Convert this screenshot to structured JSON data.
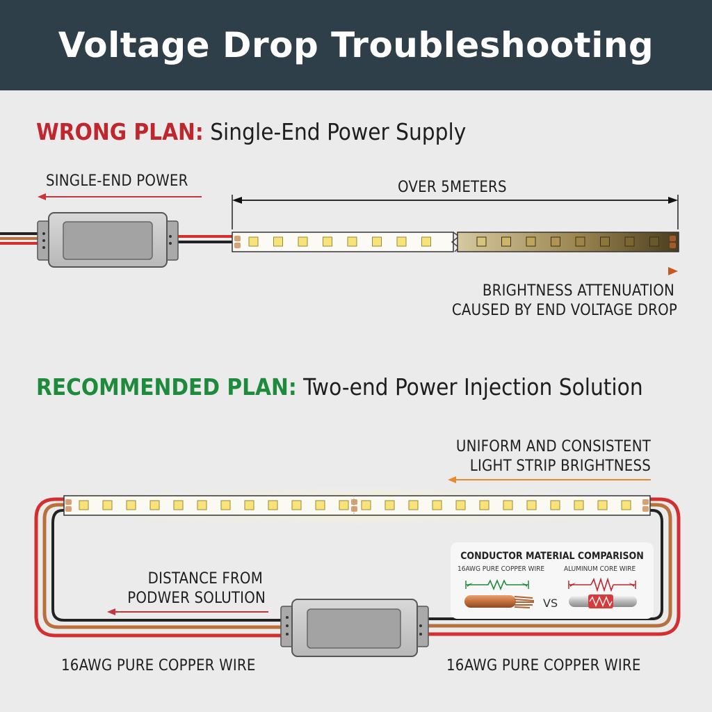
{
  "header": {
    "title": "Voltage Drop Troubleshooting"
  },
  "wrong_plan": {
    "lead": "WRONG PLAN:",
    "title": "Single-End Power Supply",
    "power_label": "SINGLE-END POWER",
    "length_label": "OVER 5METERS",
    "attenuation_line1": "BRIGHTNESS ATTENUATION",
    "attenuation_line2": "CAUSED BY END VOLTAGE DROP"
  },
  "recommended_plan": {
    "lead": "RECOMMENDED PLAN:",
    "title": "Two-end Power Injection Solution",
    "uniform_line1": "UNIFORM AND CONSISTENT",
    "uniform_line2": "LIGHT STRIP BRIGHTNESS",
    "distance_line1": "DISTANCE FROM",
    "distance_line2": "PODWER SOLUTION",
    "wire_left": "16AWG PURE COPPER WIRE",
    "wire_right": "16AWG PURE COPPER WIRE"
  },
  "comparison": {
    "title": "CONDUCTOR MATERIAL COMPARISON",
    "copper_label": "16AWG PURE COPPER WIRE",
    "aluminum_label": "ALUMINUM CORE WIRE",
    "vs": "VS"
  },
  "colors": {
    "header_bg": "#2f3f4a",
    "wrong": "#c0262d",
    "recommended": "#1e8a3c",
    "arrow_red": "#c8343a",
    "arrow_orange": "#e8892c",
    "wire_red": "#d32f2f",
    "wire_copper": "#b8703e",
    "wire_black": "#222222"
  }
}
